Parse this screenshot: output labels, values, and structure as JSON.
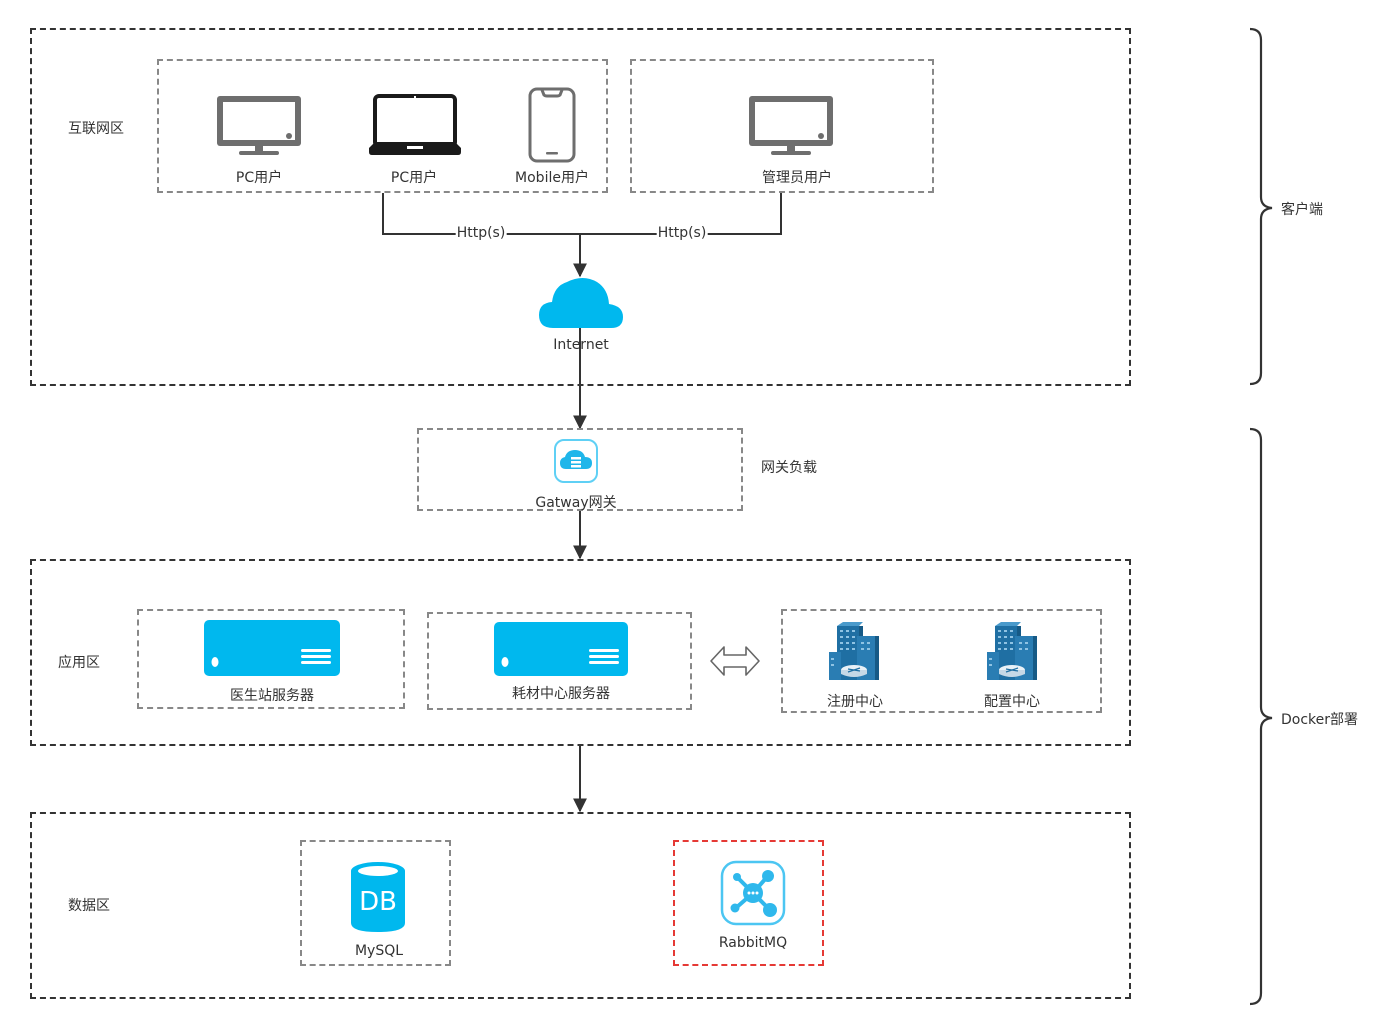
{
  "zones": {
    "internet": {
      "label": "互联网区"
    },
    "app": {
      "label": "应用区"
    },
    "data": {
      "label": "数据区"
    }
  },
  "clients": [
    {
      "label": "PC用户",
      "icon": "monitor"
    },
    {
      "label": "PC用户",
      "icon": "laptop"
    },
    {
      "label": "Mobile用户",
      "icon": "smartphone"
    },
    {
      "label": "管理员用户",
      "icon": "monitor"
    }
  ],
  "connections": {
    "left_protocol": "Http(s)",
    "right_protocol": "Http(s)"
  },
  "internet": {
    "label": "Internet",
    "color": "#00b8ee"
  },
  "gateway": {
    "label": "Gatway网关",
    "side_label": "网关负载"
  },
  "servers": [
    {
      "label": "医生站服务器"
    },
    {
      "label": "耗材中心服务器"
    }
  ],
  "infra": [
    {
      "label": "注册中心"
    },
    {
      "label": "配置中心"
    }
  ],
  "datastores": [
    {
      "label": "MySQL",
      "icon_text": "DB"
    },
    {
      "label": "RabbitMQ"
    }
  ],
  "braces": {
    "client": "客户端",
    "docker": "Docker部署"
  },
  "colors": {
    "accent": "#00b8ee",
    "building": "#1f6fa3",
    "highlight_border": "#e53935",
    "icon_gray": "#6e6e6e"
  }
}
